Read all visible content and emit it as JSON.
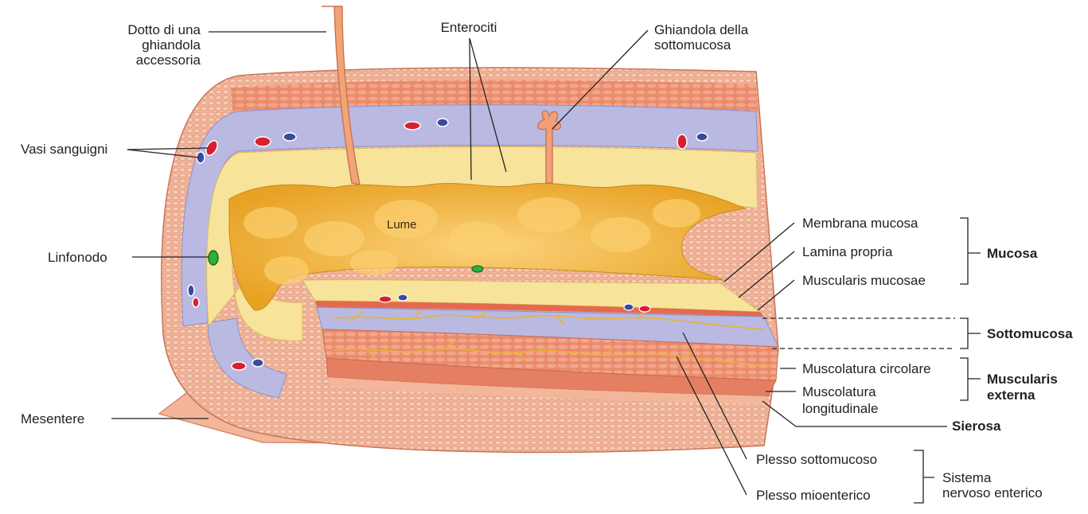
{
  "labels": {
    "dotto": [
      "Dotto di una",
      "ghiandola",
      "accessoria"
    ],
    "enterociti": "Enterociti",
    "ghiandola": [
      "Ghiandola della",
      "sottomucosa"
    ],
    "vasi": "Vasi sanguigni",
    "lume": "Lume",
    "linfonodo": "Linfonodo",
    "mesentere": "Mesentere",
    "membrana_mucosa": "Membrana mucosa",
    "lamina_propria": "Lamina propria",
    "muscularis_mucosae": "Muscularis mucosae",
    "mucosa": "Mucosa",
    "sottomucosa": "Sottomucosa",
    "musc_circolare": "Muscolatura circolare",
    "musc_longitudinale": [
      "Muscolatura",
      "longitudinale"
    ],
    "muscularis_externa": [
      "Muscularis",
      "externa"
    ],
    "sierosa": "Sierosa",
    "plesso_sottomucoso": "Plesso sottomucoso",
    "plesso_mioenterico": "Plesso mioenterico",
    "sistema": [
      "Sistema",
      "nervoso enterico"
    ]
  },
  "colors": {
    "serosa": "#f2a888",
    "muscle": "#e9866a",
    "submucosa": "#b8b8e0",
    "mucosa": "#f6e08a",
    "lumen": "#f0b030",
    "nerve": "#e0b030"
  }
}
